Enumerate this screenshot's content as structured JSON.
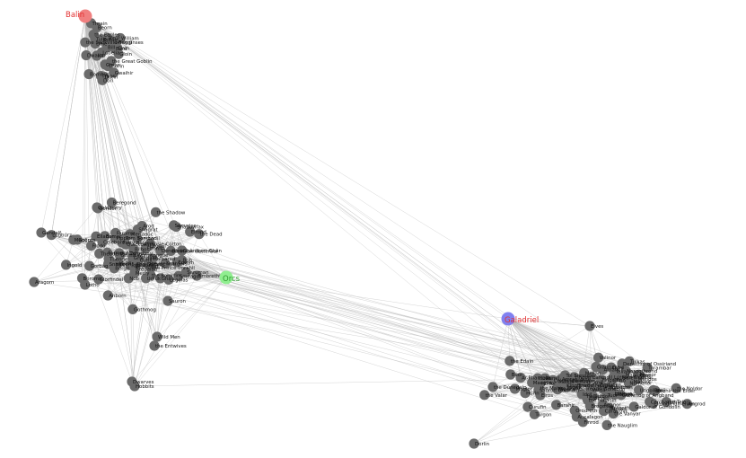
{
  "graph": {
    "highlights": [
      {
        "id": "balin",
        "label": "Balin",
        "color": "#f08080",
        "label_color": "#e23030"
      },
      {
        "id": "orcs",
        "label": "Orcs",
        "color": "#90ee90",
        "label_color": "#2f9a2f"
      },
      {
        "id": "galadriel",
        "label": "Galadriel",
        "color": "#8080f0",
        "label_color": "#e23030"
      }
    ],
    "node_color": "#6b6b6b",
    "edge_color": "#b8b8b8",
    "labels": {
      "top": [
        "Thorin",
        "Kili",
        "Bifur",
        "Gloin",
        "Bofur",
        "Bombur",
        "Dwalin",
        "Dori",
        "Bard",
        "Thrain",
        "Thror",
        "Dain",
        "Durin",
        "Girion",
        "Smaug",
        "Tulio",
        "the Great Goblin",
        "Dale",
        "Beorn",
        "the Eagles",
        "William",
        "the Sackville-Bagginses",
        "Lobelia",
        "Bill",
        "Gwaihir"
      ],
      "middle": [
        "Thengel",
        "Erkenbrand",
        "the Gaffer",
        "the Prince Imrahil",
        "Théoden",
        "Glorfindel",
        "Elrond",
        "Éomer",
        "Denethor",
        "Legolas",
        "Ingold",
        "Gimli",
        "Éowyn",
        "Anborn",
        "Meriadoc",
        "Shadowfax",
        "Gorbag",
        "Ghân",
        "Grima Wormtongue",
        "Gondor",
        "Bergil",
        "Beregond",
        "Boromir",
        "Aragorn",
        "Gandalf",
        "Gollum",
        "Tom Bombadil",
        "Rosie Cotton",
        "Bilbo",
        "Frodo",
        "Samwise",
        "Merry",
        "Pippin",
        "Barliman Butterbur",
        "Sauron",
        "Saruman",
        "Shagrat",
        "Grishnákh",
        "Uglúk",
        "Snaga",
        "Bob",
        "Maggot",
        "Lugbúrz",
        "Nob",
        "Farmer Maggot",
        "Quickbeam",
        "the Isengarders",
        "Celeborn",
        "Haldir",
        "the Company",
        "Elrohir",
        "Elladan",
        "Gothmog",
        "Halbarad",
        "Rúmil",
        "Treebeard",
        "Bregalad",
        "Troll",
        "Erestor",
        "Hirgon",
        "Arod",
        "Goldberry",
        "Fatty Bolger",
        "Lotho",
        "Sméagol",
        "Fimbrethil",
        "the Dead",
        "the Rohirrim",
        "the Shadow",
        "Faramir",
        "Lagduf",
        "Wild Men",
        "the Entwives",
        "Ghân-buri-Ghân",
        "Dwarves",
        "Hobbits"
      ],
      "bottom": [
        "Elves",
        "Galdor",
        "Rumil",
        "Fëanor",
        "Bëor",
        "Dior",
        "Morgoth",
        "Turambar",
        "Turgon",
        "Fingon",
        "Fingolfin",
        "Maedhros",
        "Maglor",
        "Húrin",
        "Tuor",
        "Idril",
        "Eärendil",
        "Elwing",
        "Lúthien",
        "Beren",
        "Thingol",
        "Melian",
        "Finrod",
        "Celegorm",
        "Curufin",
        "Caranthir",
        "Amrod",
        "Amras",
        "Orodreth",
        "Angrod",
        "Aegnor",
        "Finarfin",
        "Olwë",
        "Elwë",
        "Ingwë",
        "Ulmo",
        "Manwë",
        "Varda",
        "Aulë",
        "Yavanna",
        "Oromë",
        "Nienna",
        "Tulkas",
        "Mandos",
        "the Vanyar",
        "the Noldor",
        "the Teleri",
        "Nargothrond",
        "Gondolin",
        "Doriath",
        "the Dúnedain",
        "the Númenóreans",
        "King Finrod Felagund",
        "Lúthien Tinúviel",
        "Bregolas",
        "Barahir",
        "Haleth",
        "Hador",
        "Galdor of Gondolin",
        "Elros",
        "Elrond Half-elven",
        "Ar-Pharazôn",
        "Númenor",
        "Valinor",
        "Tol Eressëa",
        "the Valar",
        "the Maiar",
        "Melkor",
        "Ungoliant",
        "Glaurung",
        "Ancalagon",
        "Gothmog of Angband",
        "Sauron Gorthaur",
        "Thuringwethil",
        "Huan",
        "Carcharoth",
        "Dorlin",
        "Elrohir the Elder",
        "Amandil",
        "the Edain",
        "Findulias",
        "Denethor of Ossiriand",
        "Maeglin",
        "Celebrimbor",
        "Mablung",
        "the Haladin",
        "the Nauglim"
      ]
    }
  }
}
